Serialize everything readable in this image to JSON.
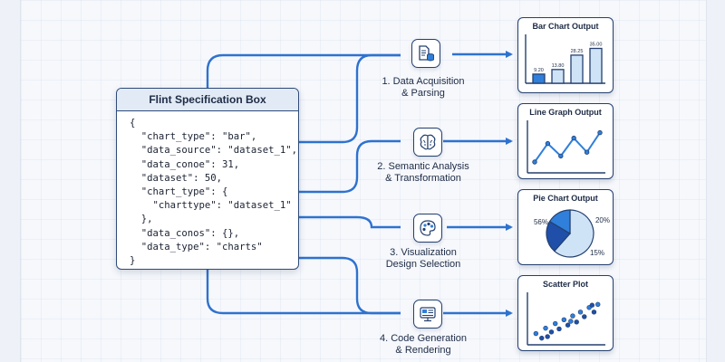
{
  "spec_box": {
    "title": "Flint Specification Box",
    "code_lines": [
      "{",
      "  \"chart_type\": \"bar\",",
      "  \"data_source\": \"dataset_1\",",
      "  \"data_conoe\": 31,",
      "  \"dataset\": 50,",
      "  \"chart_type\": {",
      "    \"charttype\": \"dataset_1\"",
      "  },",
      "  \"data_conos\": {},",
      "  \"data_type\": \"charts\"",
      "}"
    ]
  },
  "steps": [
    {
      "line1": "1. Data Acquisition",
      "line2": "& Parsing",
      "icon": "document-database-icon"
    },
    {
      "line1": "2. Semantic Analysis",
      "line2": "& Transformation",
      "icon": "brain-icon"
    },
    {
      "line1": "3. Visualization",
      "line2": "Design Selection",
      "icon": "palette-icon"
    },
    {
      "line1": "4. Code Generation",
      "line2": "& Rendering",
      "icon": "monitor-icon"
    }
  ],
  "outputs": {
    "bar": {
      "title": "Bar Chart Output",
      "chart_data": {
        "type": "bar",
        "values": [
          9.2,
          13.8,
          28.25,
          35.0
        ],
        "value_labels": [
          "9.20",
          "13.80",
          "28.25",
          "35.00"
        ],
        "ylim": [
          0,
          40
        ]
      }
    },
    "line": {
      "title": "Line Graph Output",
      "chart_data": {
        "type": "line",
        "y": [
          3.0,
          6.4,
          4.1,
          7.4,
          4.8,
          8.4
        ]
      }
    },
    "pie": {
      "title": "Pie Chart Output",
      "chart_data": {
        "type": "pie",
        "slices": [
          {
            "label": "56%",
            "value": 56
          },
          {
            "label": "20%",
            "value": 20
          },
          {
            "label": "15%",
            "value": 15
          }
        ]
      }
    },
    "scatter": {
      "title": "Scatter Plot",
      "chart_data": {
        "type": "scatter",
        "points": [
          [
            1.0,
            1.8
          ],
          [
            1.6,
            1.2
          ],
          [
            2.0,
            2.5
          ],
          [
            2.6,
            2.0
          ],
          [
            3.0,
            3.1
          ],
          [
            3.4,
            2.4
          ],
          [
            3.9,
            3.6
          ],
          [
            4.3,
            2.9
          ],
          [
            4.8,
            4.1
          ],
          [
            5.2,
            3.3
          ],
          [
            5.6,
            4.6
          ],
          [
            6.0,
            4.0
          ],
          [
            6.5,
            5.2
          ],
          [
            7.0,
            4.6
          ],
          [
            7.4,
            5.6
          ],
          [
            2.2,
            1.4
          ],
          [
            4.6,
            3.4
          ],
          [
            6.8,
            5.5
          ]
        ]
      }
    }
  },
  "colors": {
    "wire": "#2e72cf",
    "dark_blue": "#1f4fa8",
    "mid_blue": "#2f7fdb",
    "light_blue": "#cfe3f7",
    "outline": "#24406f"
  }
}
